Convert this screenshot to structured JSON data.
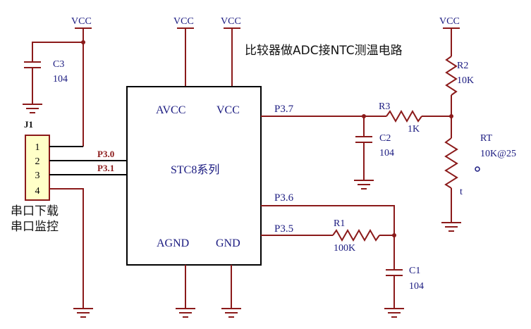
{
  "title": "比较器做ADC接NTC测温电路",
  "power": {
    "vcc": "VCC"
  },
  "chip": {
    "name": "STC8系列",
    "pins": {
      "avcc": "AVCC",
      "vcc": "VCC",
      "agnd": "AGND",
      "gnd": "GND",
      "p37": "P3.7",
      "p36": "P3.6",
      "p35": "P3.5"
    }
  },
  "connector": {
    "ref": "J1",
    "pins": [
      "1",
      "2",
      "3",
      "4"
    ],
    "nets": [
      "P3.0",
      "P3.1"
    ],
    "labels": [
      "串口下载",
      "串口监控"
    ]
  },
  "components": {
    "c3": {
      "ref": "C3",
      "value": "104"
    },
    "c2": {
      "ref": "C2",
      "value": "104"
    },
    "c1": {
      "ref": "C1",
      "value": "104"
    },
    "r1": {
      "ref": "R1",
      "value": "100K"
    },
    "r2": {
      "ref": "R2",
      "value": "10K"
    },
    "r3": {
      "ref": "R3",
      "value": "1K"
    },
    "rt": {
      "ref": "RT",
      "value": "10K@25",
      "mark": "t"
    }
  },
  "colors": {
    "wire": "#8b1a1a",
    "connector_fill": "#ffffc8",
    "label": "#1a1a80"
  }
}
